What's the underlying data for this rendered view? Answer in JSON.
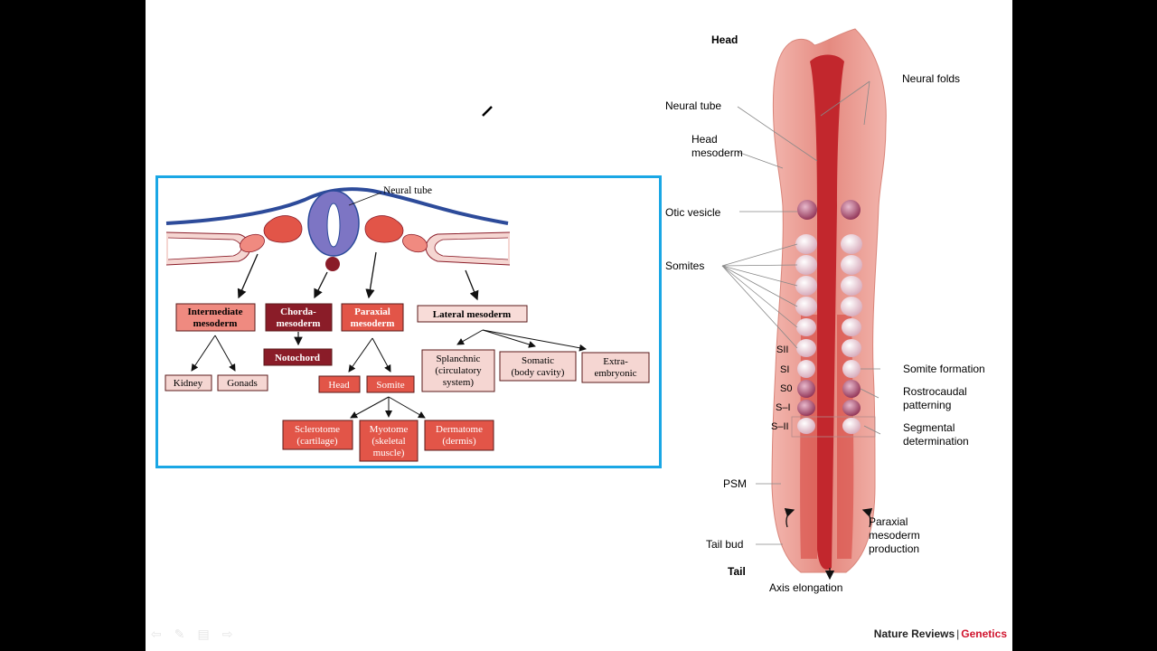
{
  "left_diagram": {
    "neural_tube_label": "Neural tube",
    "boxes": {
      "intermediate": [
        "Intermediate",
        "mesoderm"
      ],
      "chorda": [
        "Chorda-",
        "mesoderm"
      ],
      "paraxial": [
        "Paraxial",
        "mesoderm"
      ],
      "lateral": "Lateral mesoderm",
      "notochord": "Notochord",
      "kidney": "Kidney",
      "gonads": "Gonads",
      "head": "Head",
      "somite": "Somite",
      "splanchnic": [
        "Splanchnic",
        "(circulatory",
        "system)"
      ],
      "somatic": [
        "Somatic",
        "(body cavity)"
      ],
      "extra": [
        "Extra-",
        "embryonic"
      ],
      "sclerotome": [
        "Sclerotome",
        "(cartilage)"
      ],
      "myotome": [
        "Myotome",
        "(skeletal",
        "muscle)"
      ],
      "dermatome": [
        "Dermatome",
        "(dermis)"
      ]
    }
  },
  "right_diagram": {
    "head": "Head",
    "tail": "Tail",
    "neural_folds": "Neural folds",
    "neural_tube": "Neural tube",
    "head_mesoderm": [
      "Head",
      "mesoderm"
    ],
    "otic_vesicle": "Otic vesicle",
    "somites": "Somites",
    "somite_ids": [
      "SII",
      "SI",
      "S0",
      "S–I",
      "S–II"
    ],
    "somite_formation": "Somite formation",
    "rostrocaudal": [
      "Rostrocaudal",
      "patterning"
    ],
    "segmental": [
      "Segmental",
      "determination"
    ],
    "psm": "PSM",
    "tail_bud": "Tail bud",
    "paraxial_production": [
      "Paraxial",
      "mesoderm",
      "production"
    ],
    "axis_elongation": "Axis elongation"
  },
  "credit": {
    "publisher": "Nature Reviews",
    "separator": "|",
    "journal": "Genetics"
  },
  "controls": [
    "⇦",
    "✎",
    "▤",
    "⇨"
  ],
  "colors": {
    "frame": "#1aa7e5",
    "dark_red": "#8a1c28",
    "red": "#e25548",
    "pink": "#f5d6d2",
    "neural_blue": "#2d4b9a",
    "neural_purple": "#7d75c4"
  }
}
